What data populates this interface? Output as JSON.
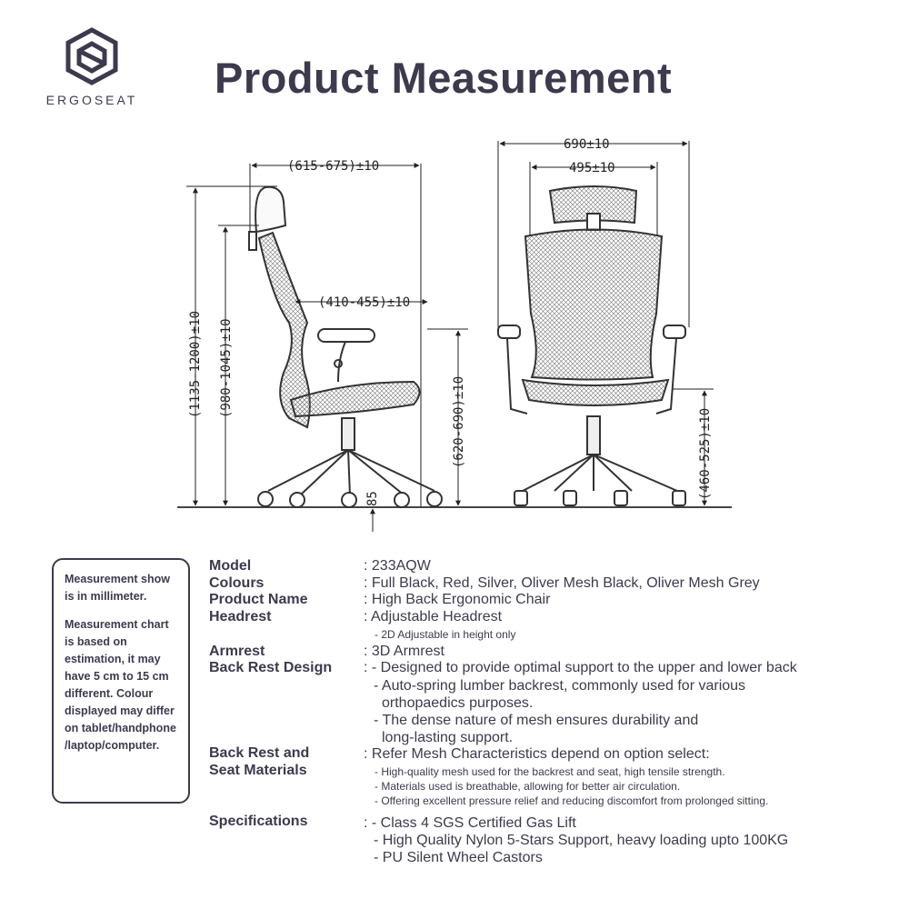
{
  "brand": {
    "name": "ERGOSEAT"
  },
  "title": "Product Measurement",
  "dimensions": {
    "side_depth": "(615-675)±10",
    "side_arm_depth": "(410-455)±10",
    "side_height_total": "(1135-1200)±10",
    "side_height_back": "(980-1045)±10",
    "side_seat_height": "(620-690)±10",
    "side_base": "85",
    "front_width": "690±10",
    "front_inner_width": "495±10",
    "front_arm_height": "(460-525)±10"
  },
  "note": {
    "paragraph1": "Measurement show is in millimeter.",
    "paragraph2": "Measurement chart is based on estimation, it may have 5 cm to 15 cm different. Colour displayed may differ on tablet/handphone /laptop/computer."
  },
  "specs": {
    "model_label": "Model",
    "model_value": ": 233AQW",
    "colours_label": "Colours",
    "colours_value": ": Full Black, Red, Silver, Oliver Mesh Black, Oliver Mesh Grey",
    "product_name_label": "Product Name",
    "product_name_value": ": High Back Ergonomic Chair",
    "headrest_label": "Headrest",
    "headrest_value": ": Adjustable Headrest",
    "headrest_sub": "-   2D Adjustable in height only",
    "armrest_label": "Armrest",
    "armrest_value": ": 3D Armrest",
    "backrest_label": "Back Rest Design",
    "backrest_value_1": ": - Designed to provide optimal support to the upper and lower back",
    "backrest_value_2": "- Auto-spring lumber backrest, commonly used for various",
    "backrest_value_3": "orthopaedics purposes.",
    "backrest_value_4": "- The dense nature of mesh ensures durability and",
    "backrest_value_5": "long-lasting support.",
    "materials_label_1": "Back Rest and",
    "materials_label_2": "Seat Materials",
    "materials_value": ": Refer Mesh Characteristics depend on option select:",
    "materials_sub_1": "-   High-quality mesh used for the backrest and seat, high tensile strength.",
    "materials_sub_2": "-   Materials used is breathable, allowing for better air circulation.",
    "materials_sub_3": "-   Offering excellent pressure relief and reducing discomfort from prolonged sitting.",
    "specifications_label": "Specifications",
    "specifications_value_1": ": - Class 4 SGS Certified Gas Lift",
    "specifications_value_2": "- High Quality Nylon 5-Stars Support, heavy loading upto 100KG",
    "specifications_value_3": "- PU Silent Wheel Castors"
  }
}
